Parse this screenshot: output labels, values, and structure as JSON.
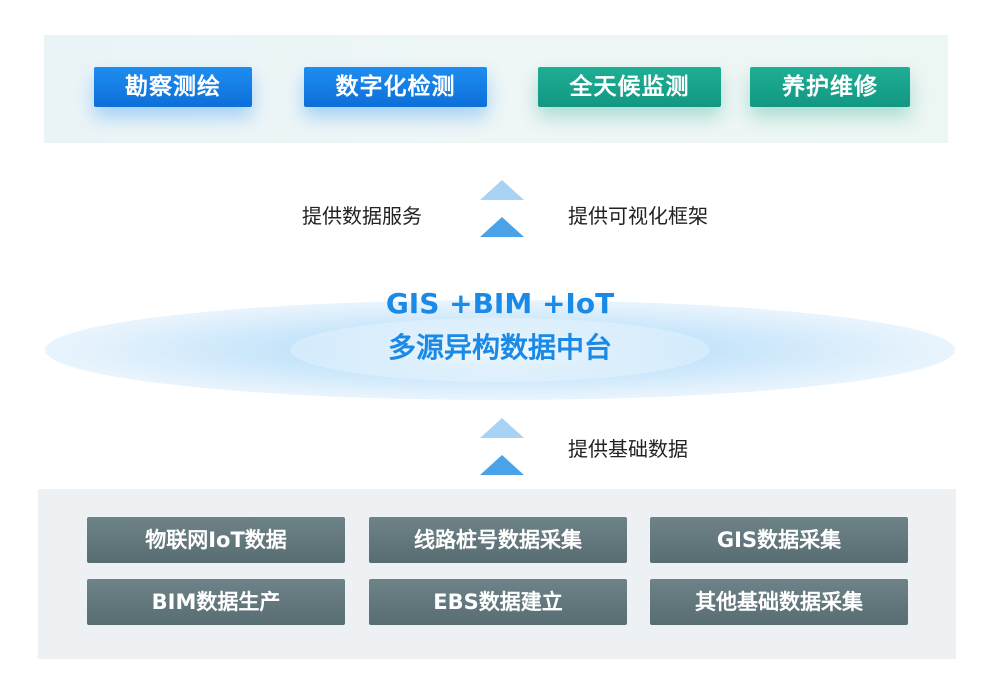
{
  "applications": [
    {
      "label": "勘察测绘",
      "color": "#1380e6"
    },
    {
      "label": "数字化检测",
      "color": "#1380e6"
    },
    {
      "label": "全天候监测",
      "color": "#18a38d"
    },
    {
      "label": "养护维修",
      "color": "#18a38d"
    }
  ],
  "upper_labels": {
    "left": "提供数据服务",
    "right": "提供可视化框架"
  },
  "hub": {
    "line1": "GIS +BIM +IoT",
    "line2": "多源异构数据中台"
  },
  "lower_label": "提供基础数据",
  "data_sources": [
    "物联网IoT数据",
    "线路桩号数据采集",
    "GIS数据采集",
    "BIM数据生产",
    "EBS数据建立",
    "其他基础数据采集"
  ],
  "colors": {
    "blue_button": "#1380e6",
    "teal_button": "#18a38d",
    "hub_text": "#1a8ae6",
    "data_button": "#617579",
    "arrow": "#4aa3e8"
  }
}
